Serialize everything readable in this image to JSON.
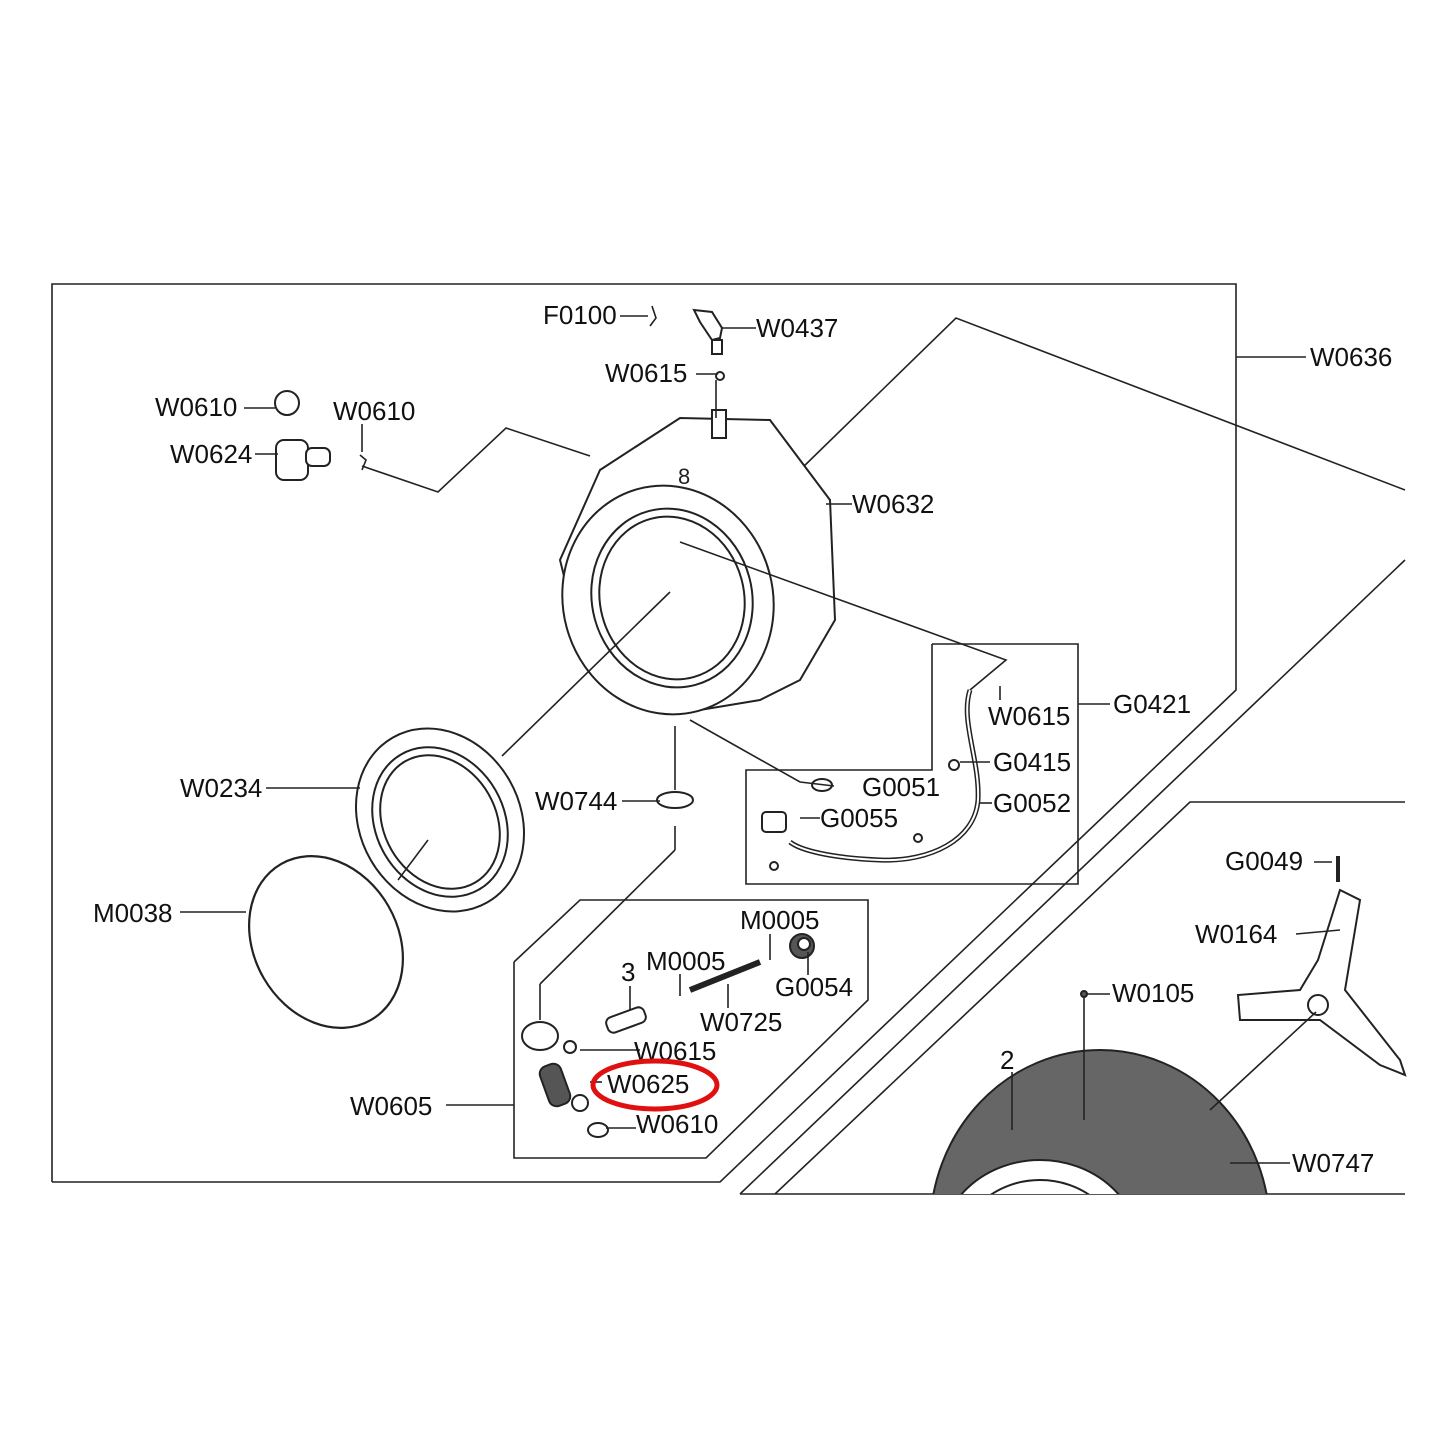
{
  "labels": {
    "f0100": "F0100",
    "w0437": "W0437",
    "w0615_top": "W0615",
    "w0636": "W0636",
    "w0610_a": "W0610",
    "w0610_b": "W0610",
    "w0624": "W0624",
    "w0632": "W0632",
    "w0615_mid": "W0615",
    "g0421": "G0421",
    "g0415": "G0415",
    "w0234": "W0234",
    "w0744": "W0744",
    "g0051": "G0051",
    "g0052": "G0052",
    "g0055": "G0055",
    "m0038": "M0038",
    "m0005_a": "M0005",
    "m0005_b": "M0005",
    "g0054": "G0054",
    "num_3": "3",
    "w0725": "W0725",
    "w0615_low": "W0615",
    "w0625": "W0625",
    "w0605": "W0605",
    "w0610_low": "W0610",
    "g0049": "G0049",
    "w0164": "W0164",
    "w0105": "W0105",
    "num_2": "2",
    "w0747": "W0747"
  },
  "highlight": {
    "target": "W0625",
    "color": "#e01010"
  }
}
